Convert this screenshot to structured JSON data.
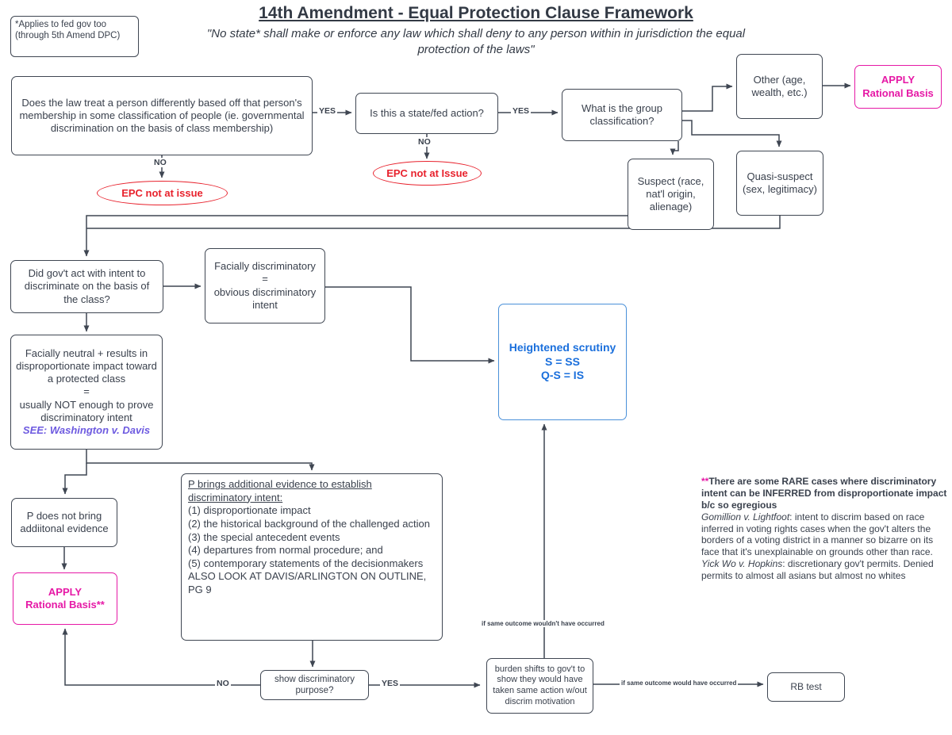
{
  "title": "14th Amendment - Equal Protection Clause Framework",
  "subtitle": "\"No state* shall make or enforce any law which shall deny to any person within in jurisdiction the equal\nprotection of the laws\"",
  "corner_note": "*Applies to fed gov too (through 5th Amend DPC)",
  "colors": {
    "ink": "#3f4652",
    "red": "#e8222d",
    "magenta": "#e619a6",
    "blue_text": "#1a6fdc",
    "blue_border": "#4a90d9",
    "violet": "#6d5ae0"
  },
  "labels": {
    "yes": "YES",
    "no": "NO",
    "same_outcome_wouldnt": "if same outcome wouldn't have occurred",
    "same_outcome_would": "if same outcome would have occurred"
  },
  "nodes": {
    "classification_question": "Does the law treat a person differently based off that person's membership in some classification of people (ie. governmental discrimination on the basis of class membership)",
    "state_action_question": "Is this a state/fed action?",
    "epc_not_at_issue_a": "EPC not at issue",
    "epc_not_at_issue_b": "EPC not at Issue",
    "group_classification_question": "What is the group classification?",
    "other_class": "Other (age, wealth, etc.)",
    "apply_rational_basis": "APPLY\nRational Basis",
    "suspect_class": "Suspect (race, nat'l origin, alienage)",
    "quasi_suspect_class": "Quasi-suspect (sex, legitimacy)",
    "intent_question": "Did gov't act with intent to discriminate on the basis of the class?",
    "facially_discriminatory": "Facially discriminatory\n=\nobvious discriminatory intent",
    "heightened_scrutiny": "Heightened scrutiny\nS = SS\nQ-S = IS",
    "facially_neutral": "Facially neutral + results in disproportionate impact toward a protected class\n=\nusually NOT enough to prove discriminatory intent",
    "facially_neutral_cite": "SEE: Washington v. Davis",
    "p_no_evidence": "P does not bring addiitonal evidence",
    "apply_rational_basis_2": "APPLY\nRational Basis**",
    "p_evidence_heading": "P brings additional evidence to establish discriminatory intent:",
    "p_evidence_items": "(1) disproportionate impact\n(2) the historical background of the challenged action\n(3) the special antecedent events\n(4) departures from normal procedure; and\n(5) contemporary statements of the decisionmakers",
    "p_evidence_footer": "ALSO LOOK AT DAVIS/ARLINGTON ON OUTLINE, PG 9",
    "show_discriminatory_purpose": "show discriminatory purpose?",
    "burden_shift": "burden shifts to gov't to show they would have taken same action w/out discrim motivation",
    "rb_test": "RB test"
  },
  "side_note": {
    "stars": "**",
    "intro": "There are some RARE cases where discriminatory intent can be INFERRED from disproportionate impact b/c so egregious",
    "case1_name": "Gomillion v. Lightfoot",
    "case1_text": ": intent to discrim based on race inferred in voting rights cases when the gov't alters the borders of a voting district in a manner so bizarre on its face that it's unexplainable on grounds other than race.",
    "case2_name": "Yick Wo v. Hopkins",
    "case2_text": ": discretionary gov't permits. Denied permits to almost all asians but almost no whites"
  }
}
